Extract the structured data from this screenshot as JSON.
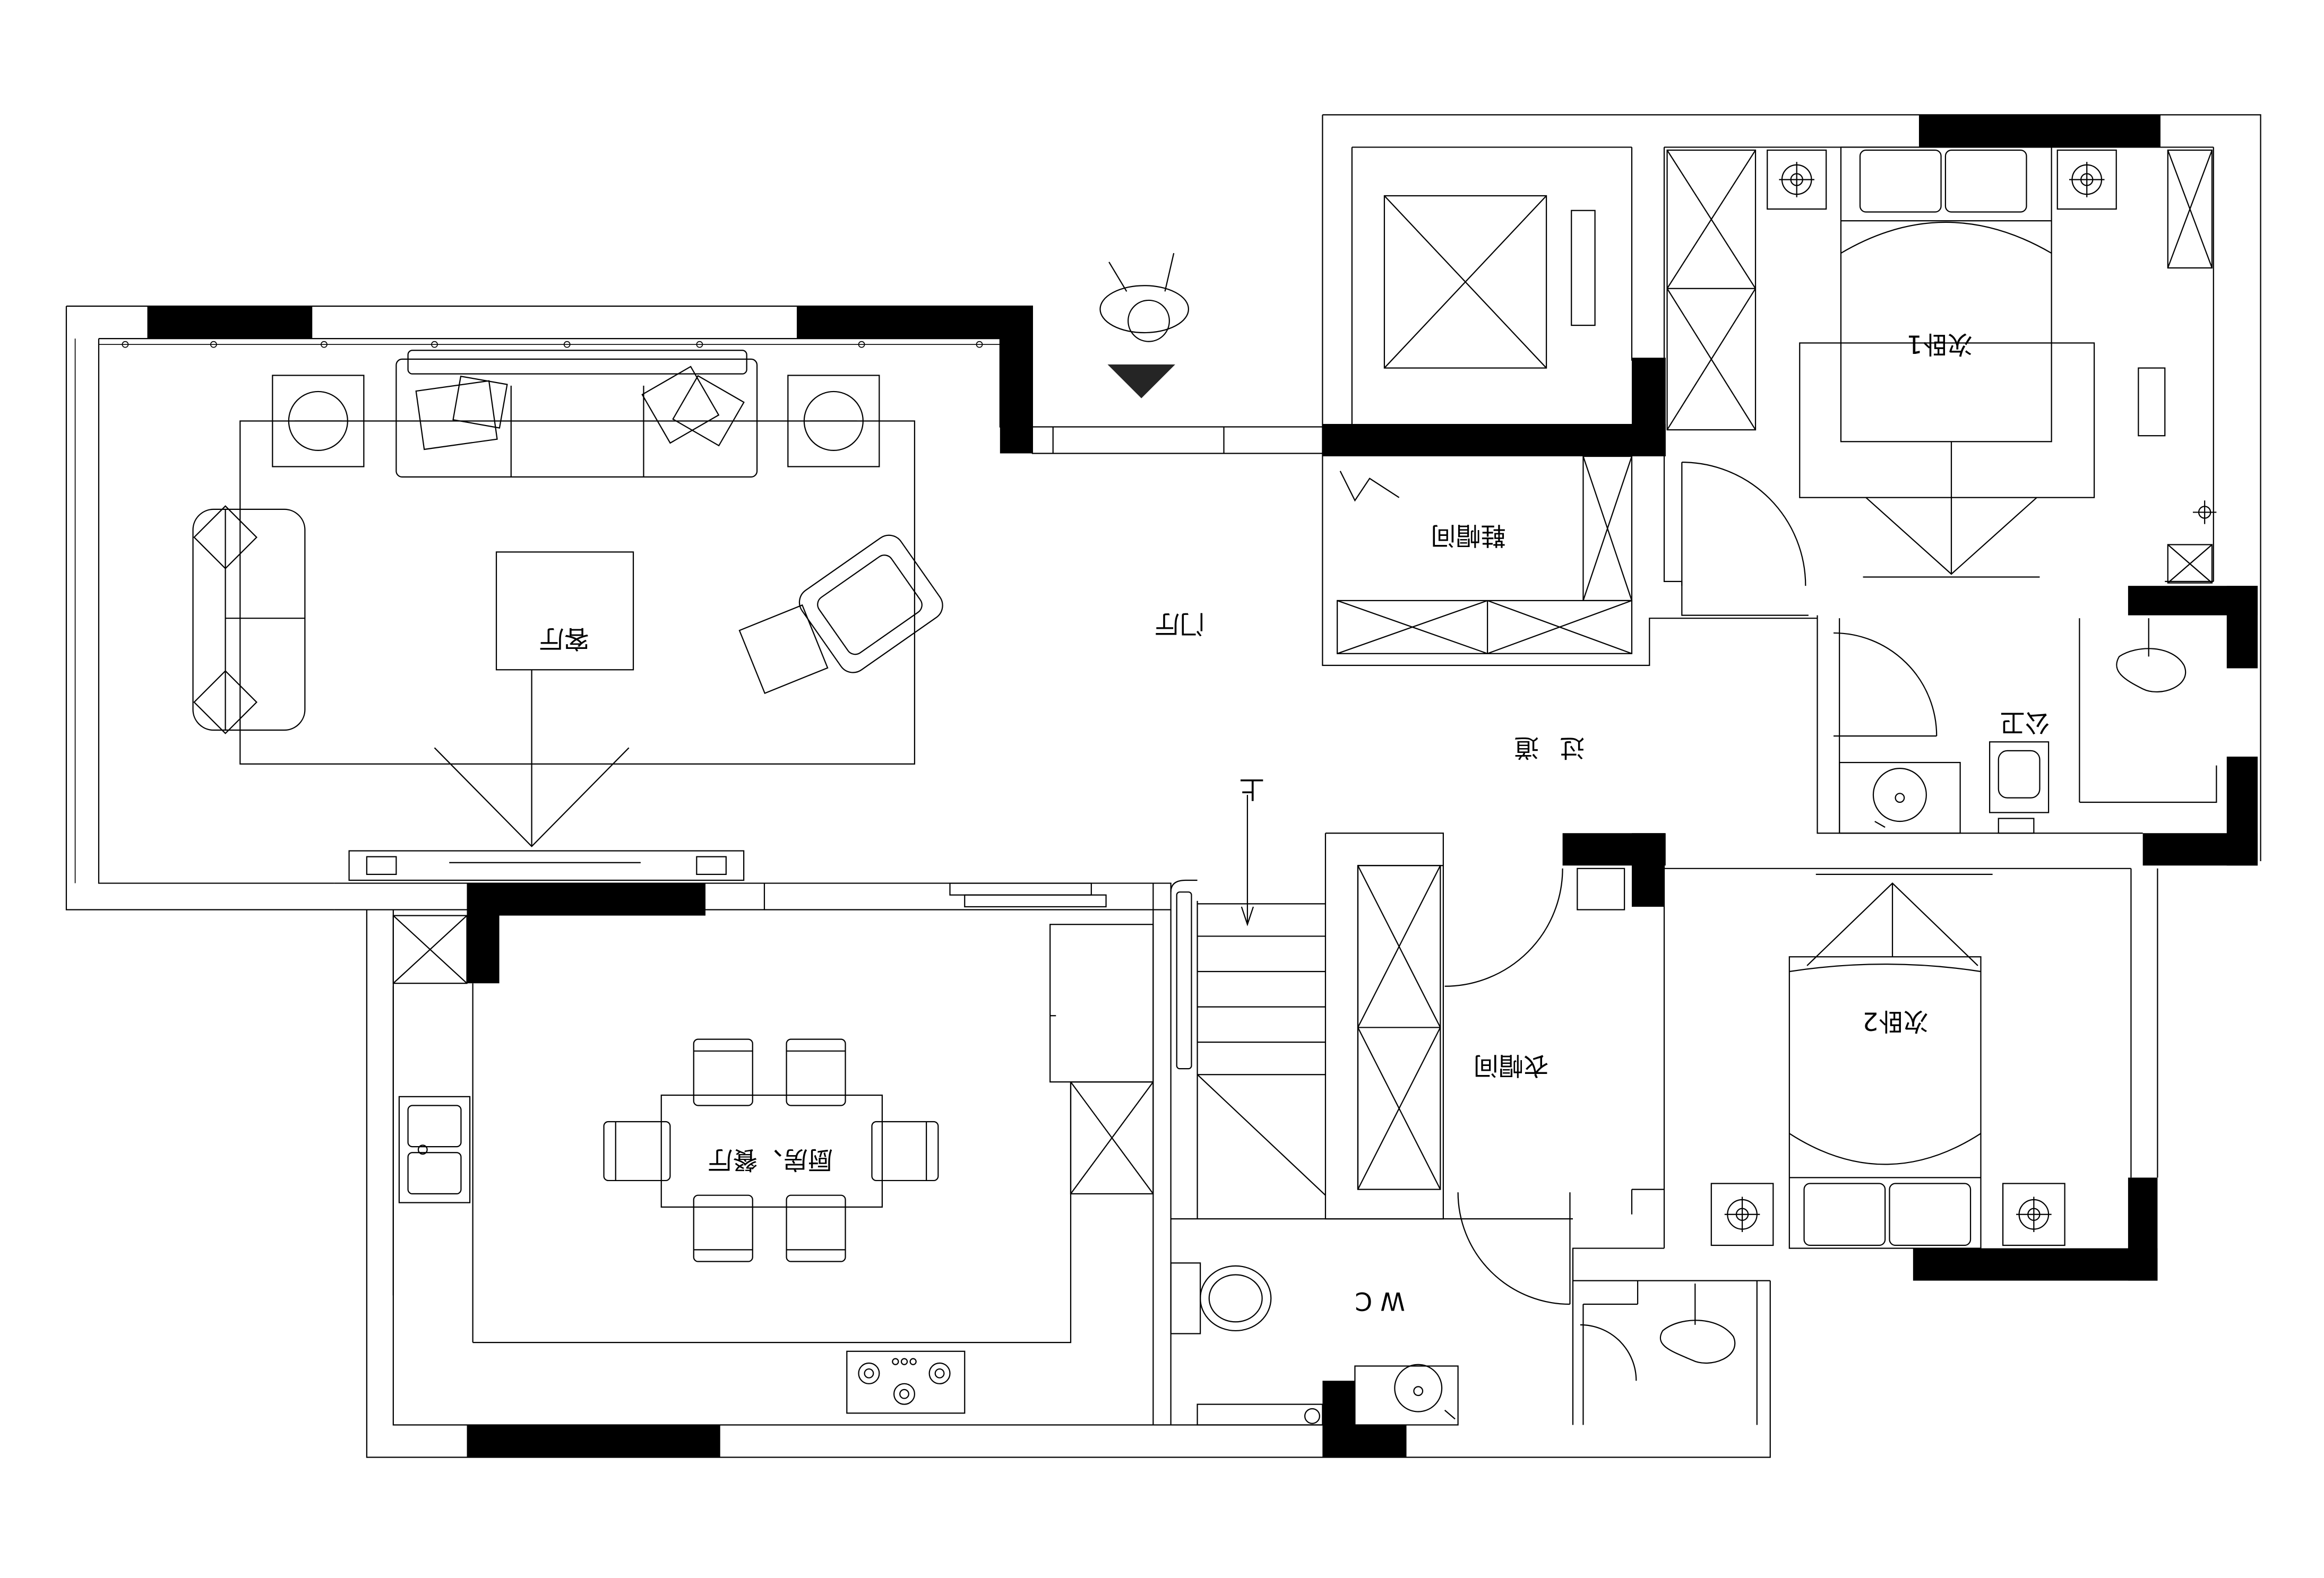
{
  "plan": {
    "colors": {
      "ink": "#000000",
      "wall_fill": "#000000",
      "background": "#ffffff"
    },
    "rooms": {
      "living": "客厅",
      "foyer": "门厅",
      "corridor": "过道",
      "shoe_closet": "鞋帽间",
      "bedroom1": "次卧1",
      "bedroom2": "次卧2",
      "powder_room": "公卫",
      "cloakroom": "衣帽间",
      "kitchen_dining": "厨房、餐厅",
      "wc": "W C",
      "stair_marker": "上"
    },
    "icons": [
      "sofa-icon",
      "armchair-icon",
      "table-icon",
      "bed-icon",
      "toilet-icon",
      "sink-icon",
      "stove-icon",
      "stair-icon",
      "door-swing-icon",
      "person-icon",
      "lamp-icon",
      "wardrobe-icon"
    ]
  }
}
